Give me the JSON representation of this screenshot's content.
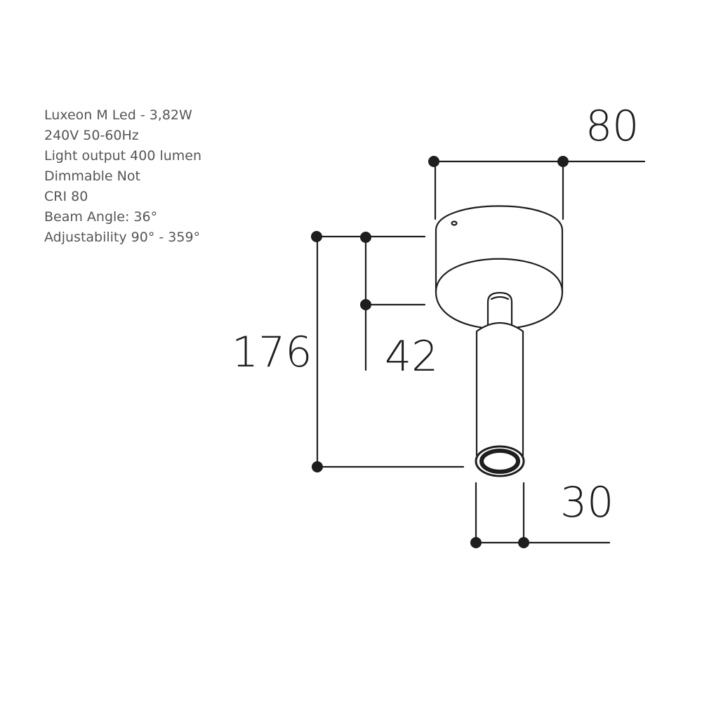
{
  "specs": [
    "Luxeon M Led - 3,82W",
    "240V 50-60Hz",
    "Light output 400 lumen",
    "Dimmable Not",
    "CRI 80",
    "Beam Angle: 36°",
    "Adjustability 90° - 359°"
  ],
  "dimensions": {
    "width_top": "80",
    "total_height": "176",
    "base_height": "42",
    "tube_diameter": "30"
  },
  "colors": {
    "line": "#1e1e1e",
    "text": "#555555"
  }
}
